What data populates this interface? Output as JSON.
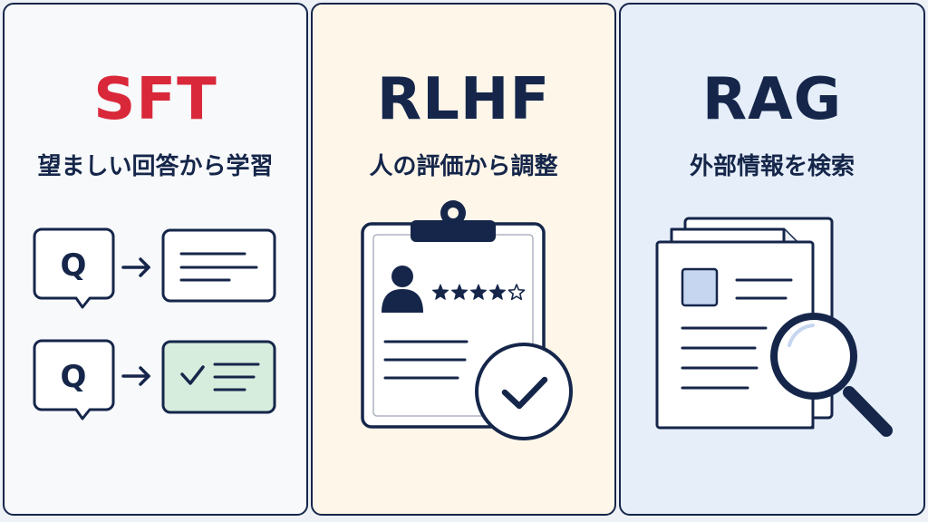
{
  "colors": {
    "navy": "#15264a",
    "sft_accent": "#d9283a",
    "panel_sft_bg": "#f8f9fb",
    "panel_rlhf_bg": "#fdf6e9",
    "panel_rag_bg": "#e6eef9",
    "approved_fill": "#d6ecdd",
    "doc_image_fill": "#c6d6f0"
  },
  "panels": [
    {
      "title": "SFT",
      "subtitle": "望ましい回答から学習",
      "illustration": {
        "rows": [
          {
            "question_letter": "Q",
            "arrow": "right-arrow-icon",
            "answer": "answer-card"
          },
          {
            "question_letter": "Q",
            "arrow": "right-arrow-icon",
            "answer": "approved-answer-card",
            "mark": "check-icon"
          }
        ]
      }
    },
    {
      "title": "RLHF",
      "subtitle": "人の評価から調整",
      "illustration": {
        "icon": "clipboard-icon",
        "rating": {
          "value": 4,
          "max": 5
        },
        "badge": "check-circle-icon"
      }
    },
    {
      "title": "RAG",
      "subtitle": "外部情報を検索",
      "illustration": {
        "icon": "documents-icon",
        "overlay": "magnifier-icon"
      }
    }
  ]
}
